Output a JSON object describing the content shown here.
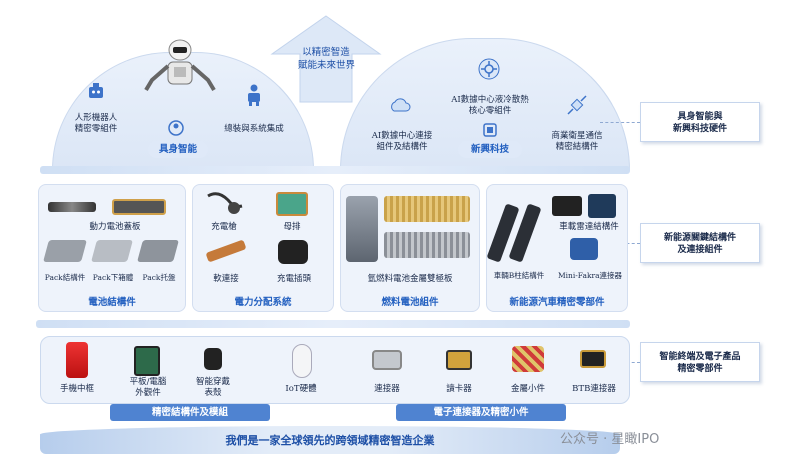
{
  "top": {
    "arrow_text": [
      "以精密智造",
      "賦能未來世界"
    ],
    "left_labels": {
      "robot": [
        "人形機器人",
        "精密零組件"
      ],
      "assembly": "總裝與系統集成",
      "chip": "具身智能"
    },
    "right_labels": {
      "ai_connect": [
        "AI數據中心連接",
        "組件及結構件"
      ],
      "ai_cooling": [
        "AI數據中心液冷散熱",
        "核心零組件"
      ],
      "satellite": [
        "商業衛星通信",
        "精密結構件"
      ],
      "chip": "新興科技"
    }
  },
  "side_labels": {
    "s1": [
      "具身智能與",
      "新興科技硬件"
    ],
    "s2": [
      "新能源關鍵結構件",
      "及連接組件"
    ],
    "s3": [
      "智能終端及電子產品",
      "精密零部件"
    ]
  },
  "panels": {
    "battery": {
      "title": "電池結構件",
      "items": [
        "動力電池蓋板",
        "Pack結構件",
        "Pack下箱體",
        "Pack托盤"
      ]
    },
    "power": {
      "title": "電力分配系統",
      "items": [
        "充電槍",
        "母排",
        "軟連接",
        "充電插頭"
      ]
    },
    "fuel": {
      "title": "燃料電池組件",
      "items": [
        "氫燃料電池金屬雙極板"
      ]
    },
    "nev": {
      "title": "新能源汽車精密零部件",
      "items": [
        "車載雷達結構件",
        "車輛B柱結構件",
        "Mini-Fakra連接器"
      ]
    }
  },
  "bottom": {
    "items": [
      "手機中框",
      "平板/電腦\n外觀件",
      "智能穿戴\n表殼",
      "IoT硬體",
      "連接器",
      "讀卡器",
      "金屬小件",
      "BTB連接器"
    ],
    "group_left": "精密結構件及模組",
    "group_right": "電子連接器及精密小件"
  },
  "footer": "我們是一家全球領先的跨領域精密智造企業",
  "watermark": "公众号 · 星瞰IPO",
  "colors": {
    "accent": "#2360c0",
    "panel_bg": "#eef3fb",
    "dome_bg": "#e3ecf8"
  }
}
